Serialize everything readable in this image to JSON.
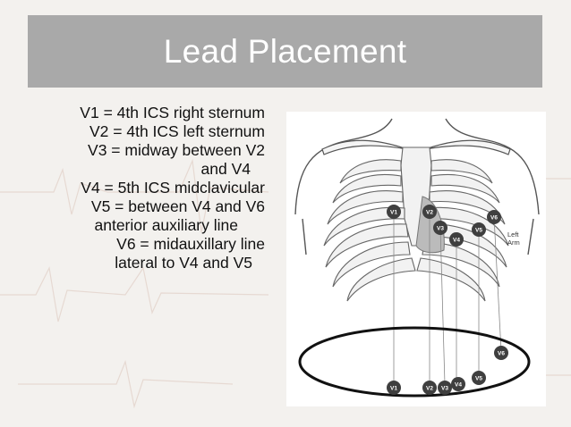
{
  "title": "Lead Placement",
  "lead_text": [
    "V1 = 4th ICS right sternum",
    "V2 = 4th ICS left sternum",
    "V3 = midway between V2",
    "and V4",
    "V4 = 5th ICS midclavicular",
    "V5 = between V4 and V6",
    "anterior auxiliary line",
    "V6 = midauxillary line",
    "lateral to V4 and V5"
  ],
  "diagram_labels": {
    "chest": [
      "V1",
      "V2",
      "V3",
      "V4",
      "V5",
      "V6"
    ],
    "ring": [
      "V1",
      "V2",
      "V3",
      "V4",
      "V5",
      "V6"
    ],
    "left_arm_line1": "Left",
    "left_arm_line2": "Arm"
  },
  "colors": {
    "title_bar": "#a9a9a9",
    "title_text": "#ffffff",
    "electrode": "#3f3f3f",
    "electrode_text": "#ffffff"
  }
}
